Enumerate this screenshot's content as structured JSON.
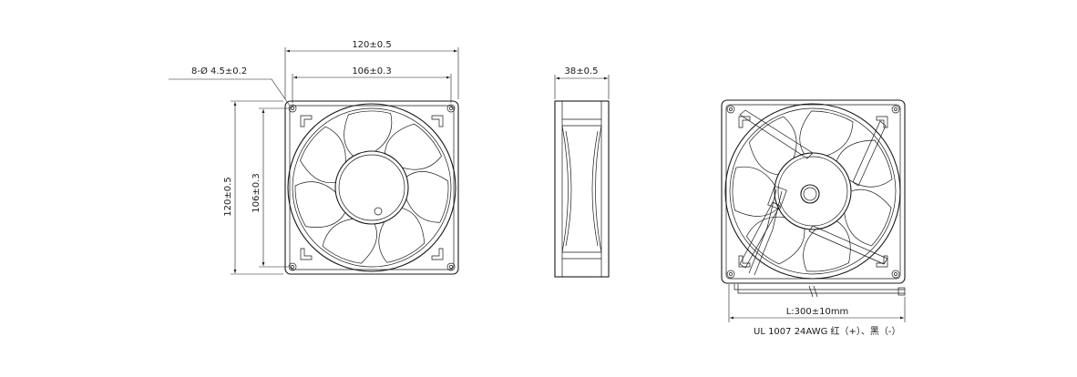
{
  "labels": {
    "hole_spec": "8-Ø 4.5±0.2",
    "front_width_outer": "120±0.5",
    "front_width_inner": "106±0.3",
    "front_height_outer": "120±0.5",
    "front_height_inner": "106±0.3",
    "side_depth": "38±0.5",
    "cable_length": "L:300±10mm",
    "cable_spec": "UL 1007 24AWG 红（+）、黑（-）"
  }
}
